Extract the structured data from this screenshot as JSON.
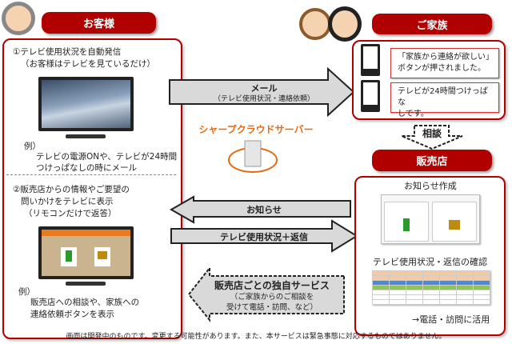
{
  "customer": {
    "title": "お客様",
    "step1_line1": "①テレビ使用状況を自動発信",
    "step1_line2": "（お客様はテレビを見ているだけ）",
    "ex1_label": "例）",
    "ex1_line1": "テレビの電源ONや、テレビが24時間",
    "ex1_line2": "つけっぱなしの時にメール",
    "step2_line1": "②販売店からの情報やご要望の",
    "step2_line2": "問いかけをテレビに表示",
    "step2_line3": "（リモコンだけで返答）",
    "ex2_label": "例）",
    "ex2_line1": "販売店への相談や、家族への",
    "ex2_line2": "連絡依頼ボタンを表示"
  },
  "family": {
    "title": "ご家族",
    "msg1_line1": "「家族から連絡が欲しい」",
    "msg1_line2": "ボタンが押されました。",
    "msg2_line1": "テレビが24時間つけっぱな",
    "msg2_line2": "しです。"
  },
  "consult": "相談",
  "store": {
    "title": "販売店",
    "notice_create": "お知らせ作成",
    "status_check": "テレビ使用状況・返信の確認",
    "usage": "→電話・訪問に活用"
  },
  "server": {
    "label": "シャープクラウドサーバー"
  },
  "arrows": {
    "mail": "メール",
    "mail_sub": "（テレビ使用状況・連絡依頼）",
    "notice": "お知らせ",
    "status_reply": "テレビ使用状況＋返信",
    "service": "販売店ごとの独自サービス",
    "service_sub1": "（ご家族からのご相談を",
    "service_sub2": "受けて電話・訪問、など）"
  },
  "footer": "画面は開発中のものです。変更する可能性があります。また、本サービスは緊急事態に対応するものではありません。",
  "colors": {
    "brand": "#b00000",
    "server": "#e86a10"
  }
}
